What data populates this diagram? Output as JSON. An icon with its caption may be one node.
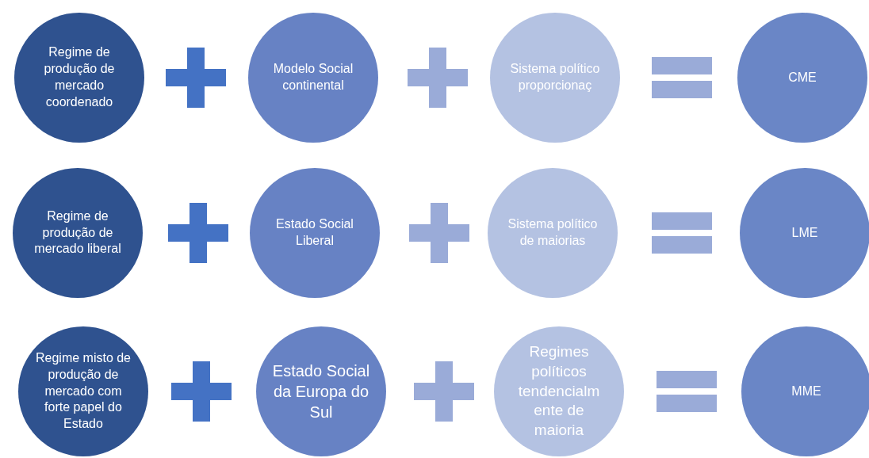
{
  "diagram": {
    "nodes": [
      {
        "text": [
          "Regime de produção de mercado coordenado"
        ]
      },
      {
        "text": [
          "Modelo Social continental"
        ]
      },
      {
        "text": [
          "Sistema político proporcionaç"
        ]
      },
      {
        "text": [
          "CME"
        ]
      },
      {
        "text": [
          "Regime de produção de mercado liberal"
        ]
      },
      {
        "text": [
          "Estado Social Liberal"
        ]
      },
      {
        "text": [
          "Sistema político de maiorias"
        ]
      },
      {
        "text": [
          "LME"
        ]
      },
      {
        "text": [
          "Regime misto de produção de mercado com forte papel do Estado"
        ]
      },
      {
        "text": [
          "Estado Social da Europa do Sul"
        ]
      },
      {
        "text": [
          "Regimes políticos tendencialm ente de maioria"
        ]
      },
      {
        "text": [
          "MME"
        ]
      }
    ]
  }
}
